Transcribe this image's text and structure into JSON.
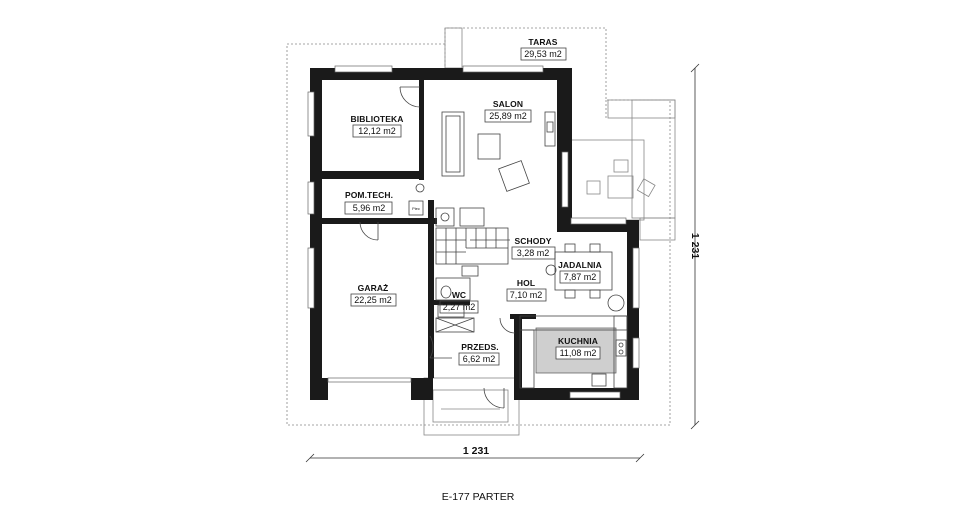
{
  "plan_title": "E-177 PARTER",
  "dimensions": {
    "width_label": "1 231",
    "height_label": "1 231"
  },
  "rooms": [
    {
      "key": "taras",
      "name": "TARAS",
      "area": "29,53 m2"
    },
    {
      "key": "salon",
      "name": "SALON",
      "area": "25,89 m2"
    },
    {
      "key": "biblioteka",
      "name": "BIBLIOTEKA",
      "area": "12,12 m2"
    },
    {
      "key": "pomtech",
      "name": "POM.TECH.",
      "area": "5,96 m2"
    },
    {
      "key": "schody",
      "name": "SCHODY",
      "area": "3,28 m2"
    },
    {
      "key": "jadalnia",
      "name": "JADALNIA",
      "area": "7,87 m2"
    },
    {
      "key": "hol",
      "name": "HOL",
      "area": "7,10 m2"
    },
    {
      "key": "wc",
      "name": "WC",
      "area": "2,27 m2"
    },
    {
      "key": "garaz",
      "name": "GARAŻ",
      "area": "22,25 m2"
    },
    {
      "key": "kuchnia",
      "name": "KUCHNIA",
      "area": "11,08 m2"
    },
    {
      "key": "przeds",
      "name": "PRZEDS.",
      "area": "6,62 m2"
    }
  ],
  "fixtures": {
    "boiler_label": "Piec"
  }
}
